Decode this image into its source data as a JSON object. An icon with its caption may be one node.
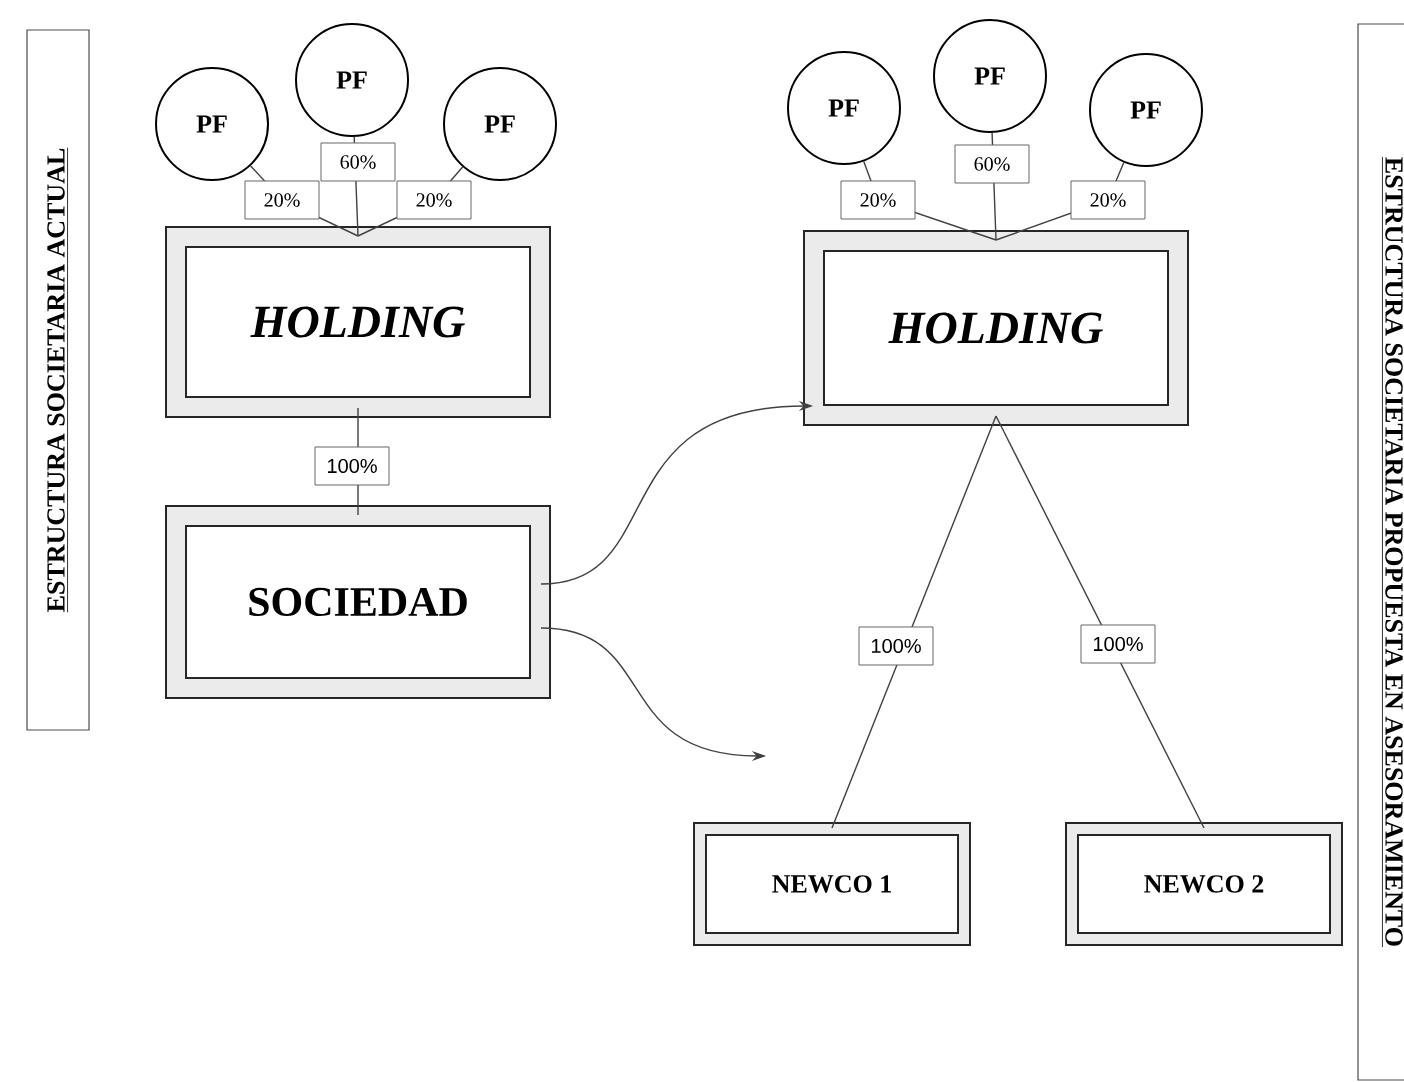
{
  "diagram": {
    "nodes": [
      {
        "text": [
          "ESTRUCTURA SOCIETARIA ACTUAL"
        ]
      },
      {
        "text": [
          "PF"
        ]
      },
      {
        "text": [
          "PF"
        ]
      },
      {
        "text": [
          "PF"
        ]
      },
      {
        "text": [
          "HOLDING"
        ]
      },
      {
        "text": [
          "SOCIEDAD"
        ]
      },
      {
        "text": [
          "PF"
        ]
      },
      {
        "text": [
          "PF"
        ]
      },
      {
        "text": [
          "PF"
        ]
      },
      {
        "text": [
          "HOLDING"
        ]
      },
      {
        "text": [
          "NEWCO 1"
        ]
      },
      {
        "text": [
          "NEWCO 2"
        ]
      },
      {
        "text": [
          "ESTRUCTURA SOCIETARIA PROPUESTA EN ASESORAMIENTO"
        ]
      }
    ],
    "edges": [
      {
        "from": 1,
        "to": 4,
        "arrow": "none",
        "label": "20%"
      },
      {
        "from": 2,
        "to": 4,
        "arrow": "none",
        "label": "60%"
      },
      {
        "from": 3,
        "to": 4,
        "arrow": "none",
        "label": "20%"
      },
      {
        "from": 4,
        "to": 5,
        "arrow": "none",
        "label": "100%"
      },
      {
        "from": 5,
        "to": 9,
        "arrow": "to"
      },
      {
        "from": 5,
        "to": null,
        "arrow": "to"
      },
      {
        "from": 6,
        "to": 9,
        "arrow": "none",
        "label": "20%"
      },
      {
        "from": 7,
        "to": 9,
        "arrow": "none",
        "label": "60%"
      },
      {
        "from": 8,
        "to": 9,
        "arrow": "none",
        "label": "20%"
      },
      {
        "from": 9,
        "to": 10,
        "arrow": "none",
        "label": "100%"
      },
      {
        "from": 9,
        "to": 11,
        "arrow": "none",
        "label": "100%"
      }
    ]
  }
}
